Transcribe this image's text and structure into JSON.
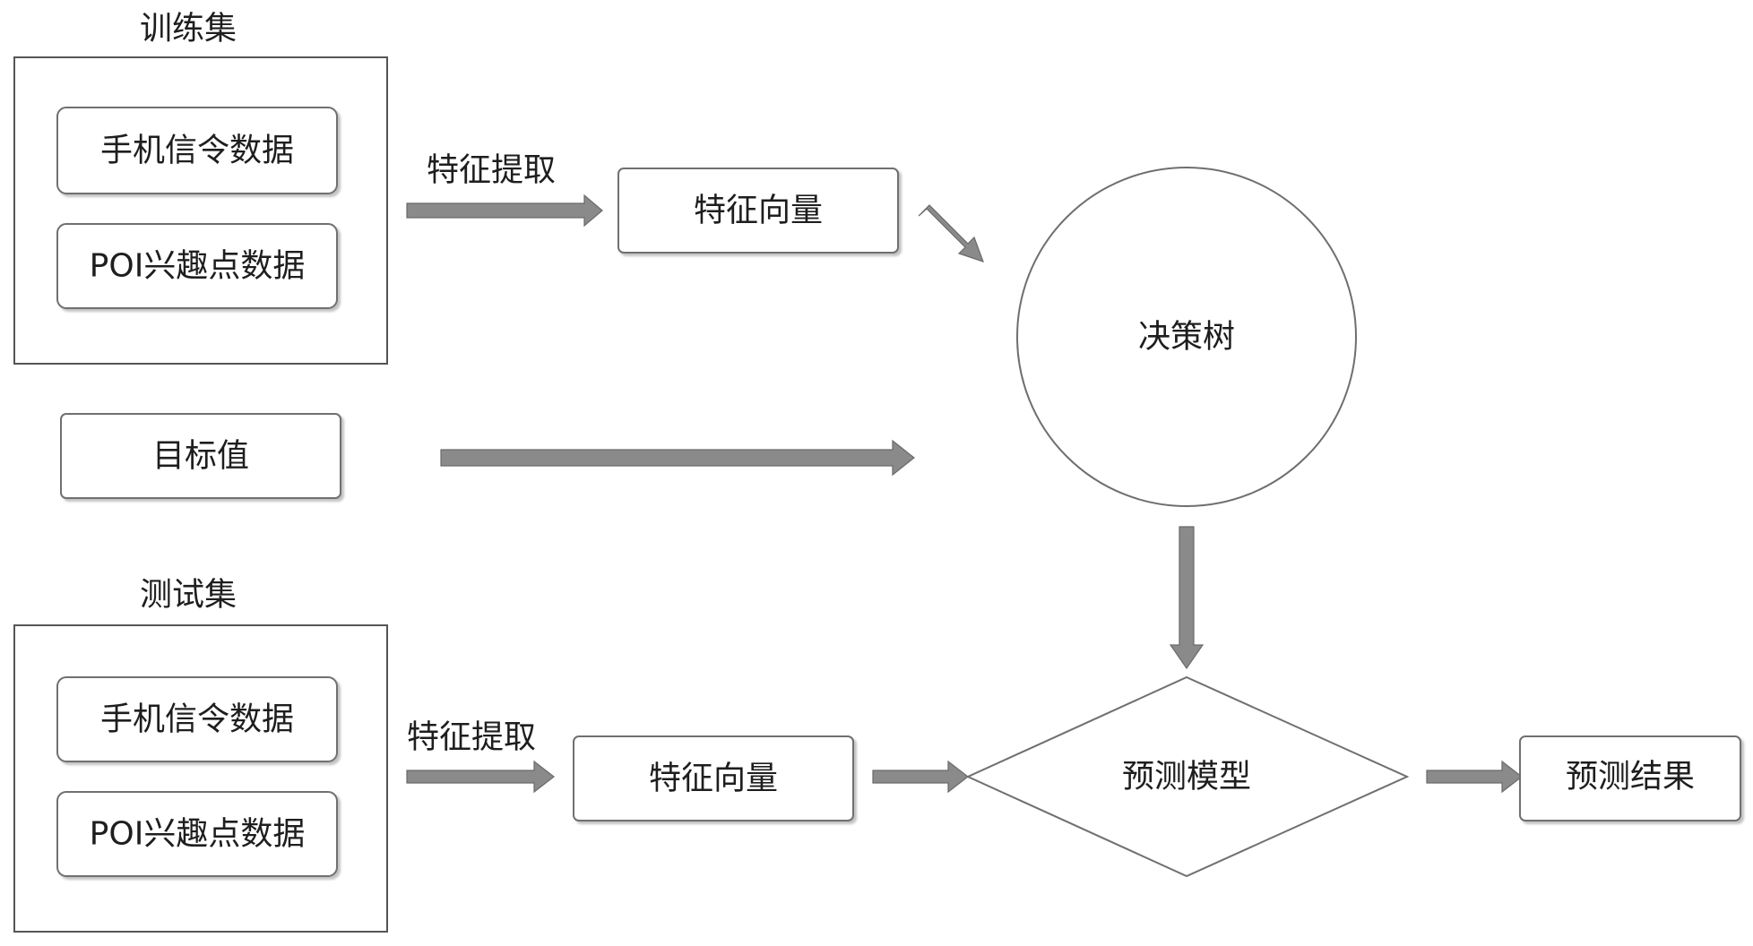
{
  "train_set": {
    "title": "训练集",
    "items": [
      "手机信令数据",
      "POI兴趣点数据"
    ]
  },
  "test_set": {
    "title": "测试集",
    "items": [
      "手机信令数据",
      "POI兴趣点数据"
    ]
  },
  "target_value": "目标值",
  "feature_extraction_top": "特征提取",
  "feature_extraction_bottom": "特征提取",
  "feature_vector_top": "特征向量",
  "feature_vector_bottom": "特征向量",
  "decision_tree": "决策树",
  "prediction_model": "预测模型",
  "prediction_result": "预测结果",
  "colors": {
    "arrow_fill": "#8a8a8a",
    "box_stroke": "#6f6f6f",
    "text": "#1e1e1e"
  }
}
